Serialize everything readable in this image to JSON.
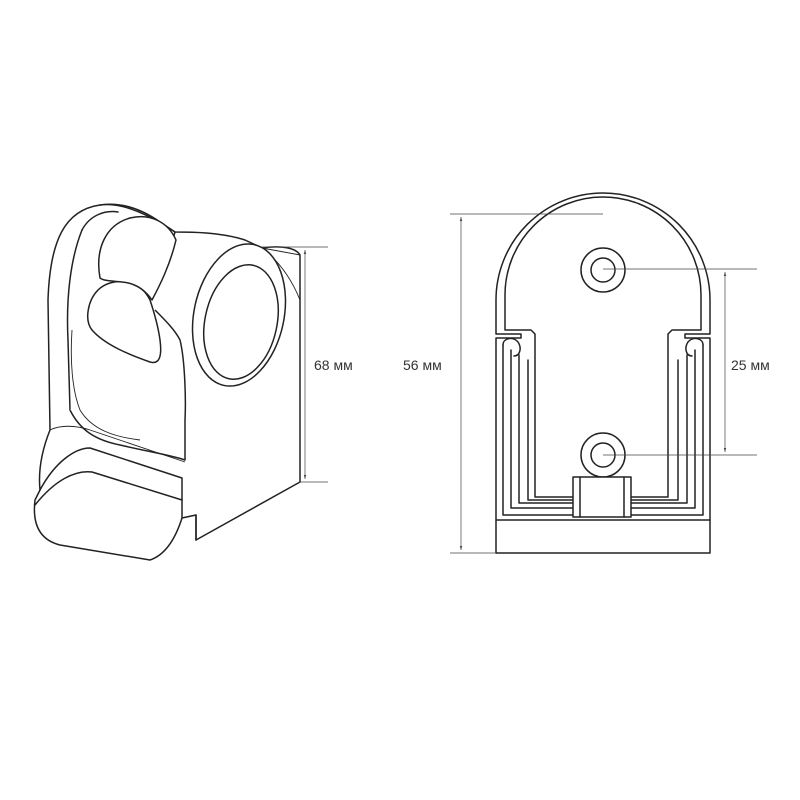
{
  "dimensions": {
    "height_side": "68 мм",
    "height_front": "56 мм",
    "hole_spacing": "25 мм"
  },
  "colors": {
    "outline": "#222222",
    "dimension_line": "#444444",
    "label": "#333333",
    "background": "#ffffff"
  }
}
